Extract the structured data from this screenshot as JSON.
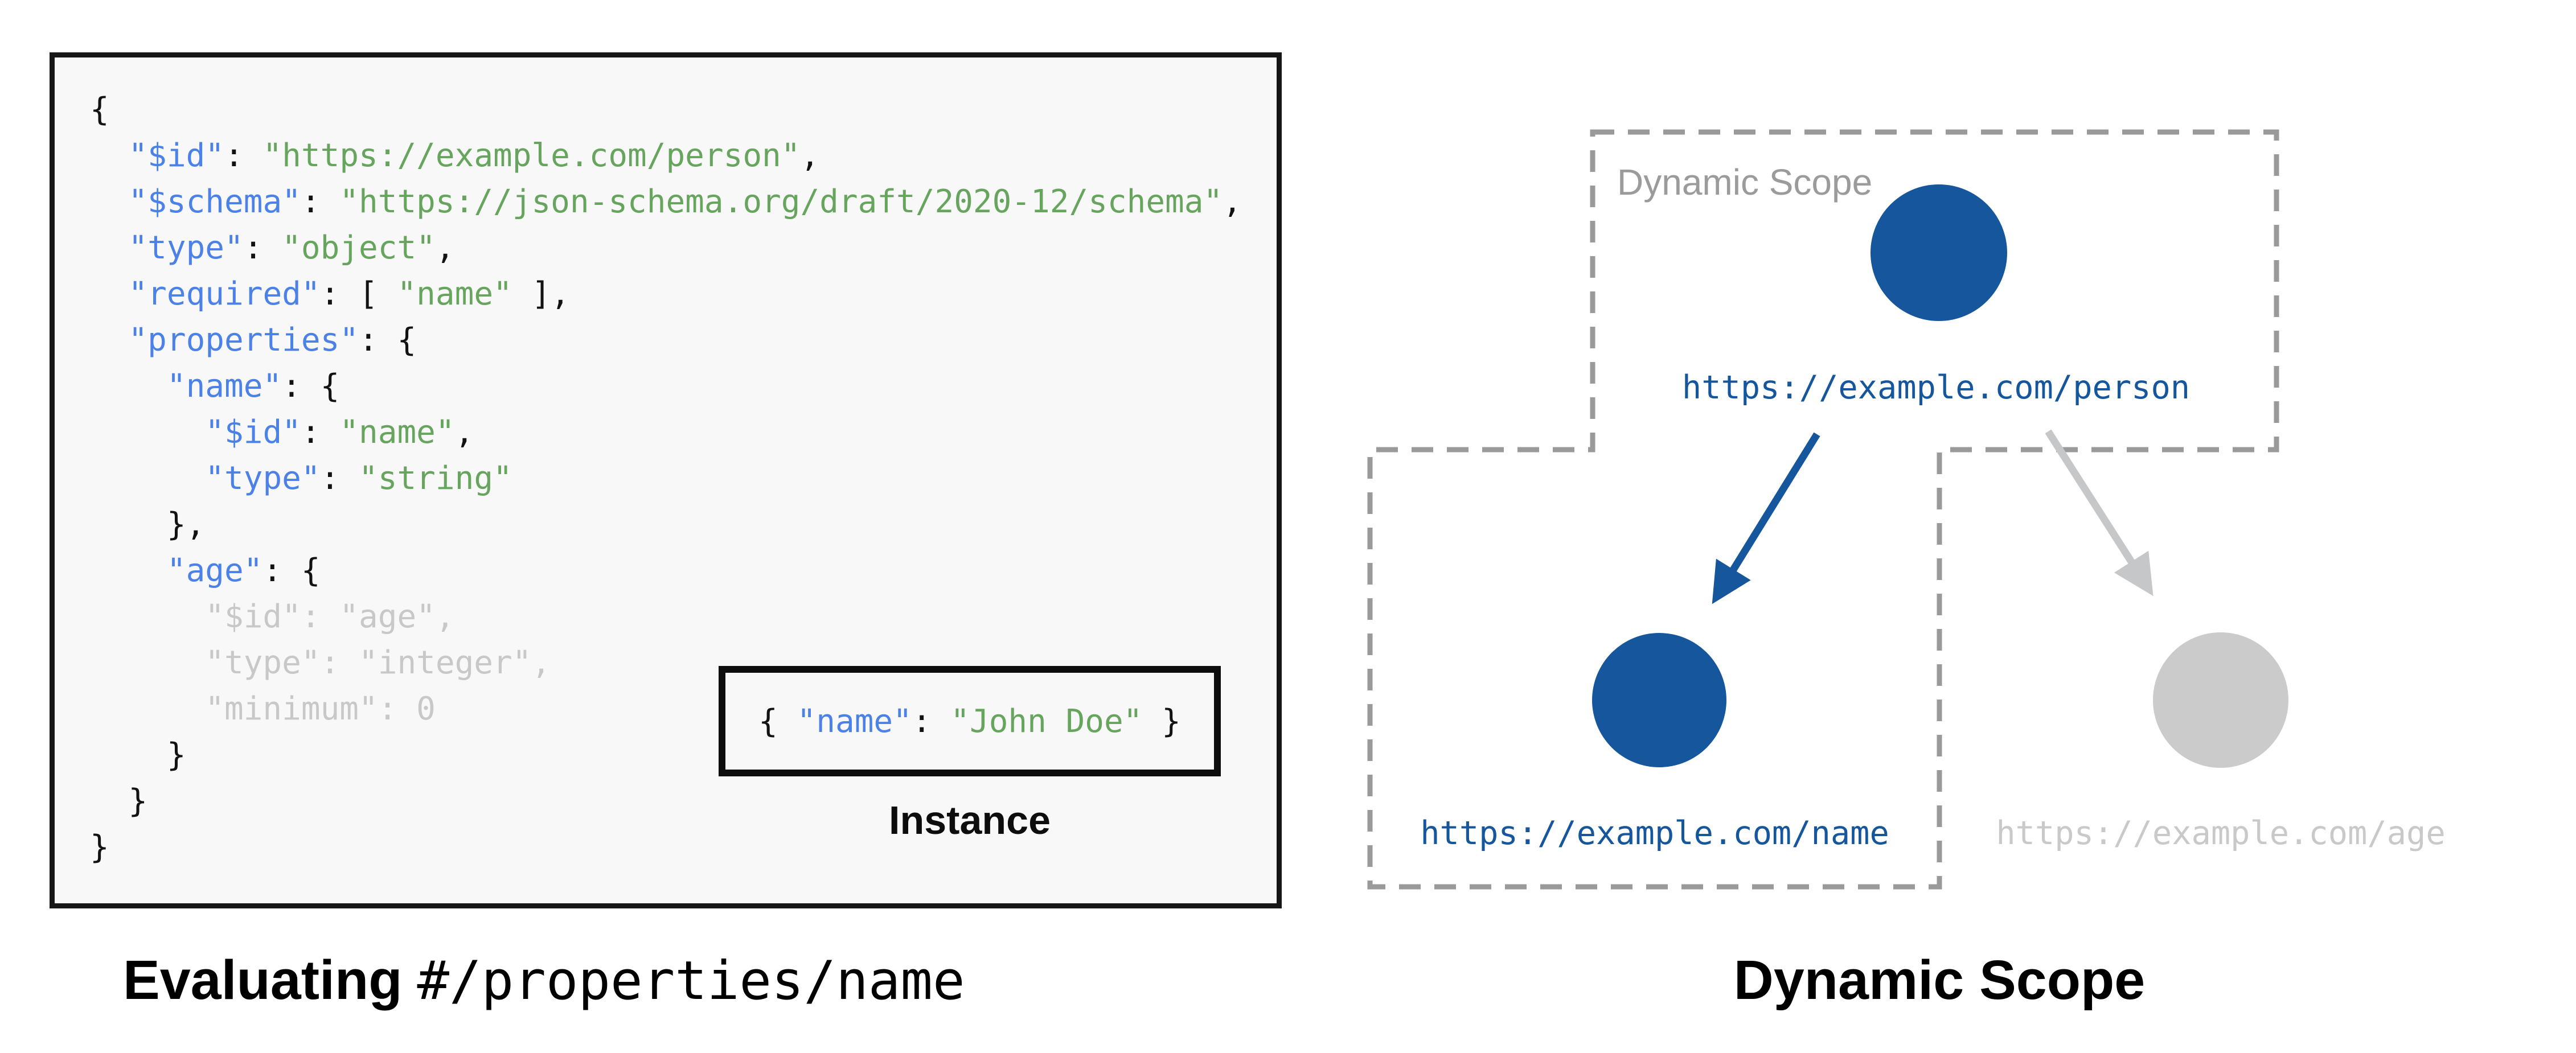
{
  "colors": {
    "ink": "#121212",
    "panel-bg": "#f8f8f8",
    "panel-border": "#161616",
    "key-blue": "#4c82e8",
    "string-green": "#67a55f",
    "dim-gray": "#c8c8c8",
    "node-blue": "#15569d",
    "node-gray": "#cbcbcb",
    "gray-url": "#c9c9c9",
    "arrow-gray": "#c5c7c9",
    "dash-gray": "#9a9a9a",
    "scope-label-gray": "#9b9b9b"
  },
  "code": {
    "lines": [
      [
        {
          "c": "pun",
          "t": "{"
        }
      ],
      [
        {
          "c": "pun",
          "t": "  "
        },
        {
          "c": "key",
          "t": "\"$id\""
        },
        {
          "c": "pun",
          "t": ": "
        },
        {
          "c": "str",
          "t": "\"https://example.com/person\""
        },
        {
          "c": "pun",
          "t": ","
        }
      ],
      [
        {
          "c": "pun",
          "t": "  "
        },
        {
          "c": "key",
          "t": "\"$schema\""
        },
        {
          "c": "pun",
          "t": ": "
        },
        {
          "c": "str",
          "t": "\"https://json-schema.org/draft/2020-12/schema\""
        },
        {
          "c": "pun",
          "t": ","
        }
      ],
      [
        {
          "c": "pun",
          "t": "  "
        },
        {
          "c": "key",
          "t": "\"type\""
        },
        {
          "c": "pun",
          "t": ": "
        },
        {
          "c": "str",
          "t": "\"object\""
        },
        {
          "c": "pun",
          "t": ","
        }
      ],
      [
        {
          "c": "pun",
          "t": "  "
        },
        {
          "c": "key",
          "t": "\"required\""
        },
        {
          "c": "pun",
          "t": ": [ "
        },
        {
          "c": "str",
          "t": "\"name\""
        },
        {
          "c": "pun",
          "t": " ],"
        }
      ],
      [
        {
          "c": "pun",
          "t": "  "
        },
        {
          "c": "key",
          "t": "\"properties\""
        },
        {
          "c": "pun",
          "t": ": {"
        }
      ],
      [
        {
          "c": "pun",
          "t": "    "
        },
        {
          "c": "key",
          "t": "\"name\""
        },
        {
          "c": "pun",
          "t": ": {"
        }
      ],
      [
        {
          "c": "pun",
          "t": "      "
        },
        {
          "c": "key",
          "t": "\"$id\""
        },
        {
          "c": "pun",
          "t": ": "
        },
        {
          "c": "str",
          "t": "\"name\""
        },
        {
          "c": "pun",
          "t": ","
        }
      ],
      [
        {
          "c": "pun",
          "t": "      "
        },
        {
          "c": "key",
          "t": "\"type\""
        },
        {
          "c": "pun",
          "t": ": "
        },
        {
          "c": "str",
          "t": "\"string\""
        }
      ],
      [
        {
          "c": "pun",
          "t": "    },"
        }
      ],
      [
        {
          "c": "pun",
          "t": "    "
        },
        {
          "c": "key",
          "t": "\"age\""
        },
        {
          "c": "pun",
          "t": ": {"
        }
      ],
      [
        {
          "c": "dim",
          "t": "      \"$id\": \"age\","
        }
      ],
      [
        {
          "c": "dim",
          "t": "      \"type\": \"integer\","
        }
      ],
      [
        {
          "c": "dim",
          "t": "      \"minimum\": 0"
        }
      ],
      [
        {
          "c": "pun",
          "t": "    }"
        }
      ],
      [
        {
          "c": "pun",
          "t": "  }"
        }
      ],
      [
        {
          "c": "pun",
          "t": "}"
        }
      ]
    ]
  },
  "instance": {
    "segments": [
      {
        "c": "pun",
        "t": "{ "
      },
      {
        "c": "key",
        "t": "\"name\""
      },
      {
        "c": "pun",
        "t": ": "
      },
      {
        "c": "str",
        "t": "\"John Doe\""
      },
      {
        "c": "pun",
        "t": " }"
      }
    ],
    "label": "Instance"
  },
  "captions": {
    "left_bold": "Evaluating",
    "left_mono": "#/properties/name",
    "right": "Dynamic Scope"
  },
  "diagram": {
    "scope_label": "Dynamic Scope",
    "nodes": [
      {
        "id": "person",
        "url": "https://example.com/person",
        "state": "active"
      },
      {
        "id": "name",
        "url": "https://example.com/name",
        "state": "active"
      },
      {
        "id": "age",
        "url": "https://example.com/age",
        "state": "inactive"
      }
    ]
  }
}
